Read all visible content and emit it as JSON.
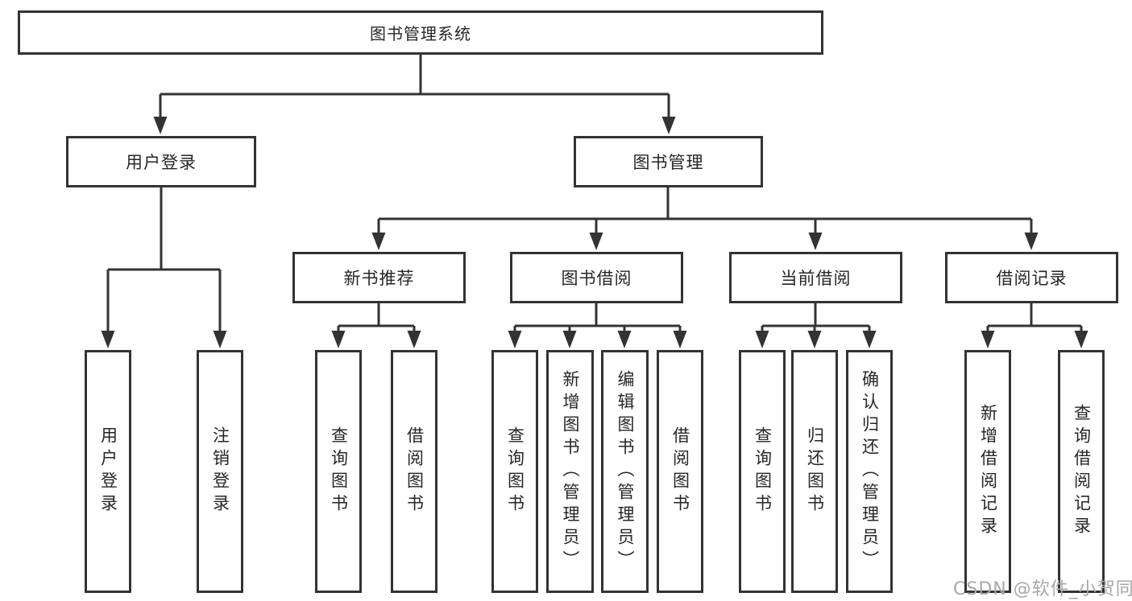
{
  "tree": {
    "root": "图书管理系统",
    "children": [
      {
        "label": "用户登录",
        "children": [
          "用户登录",
          "注销登录"
        ]
      },
      {
        "label": "图书管理",
        "children": [
          {
            "label": "新书推荐",
            "children": [
              "查询图书",
              "借阅图书"
            ]
          },
          {
            "label": "图书借阅",
            "children": [
              "查询图书",
              "新增图书（管理员）",
              "编辑图书（管理员）",
              "借阅图书"
            ]
          },
          {
            "label": "当前借阅",
            "children": [
              "查询图书",
              "归还图书",
              "确认归还（管理员）"
            ]
          },
          {
            "label": "借阅记录",
            "children": [
              "新增借阅记录",
              "查询借阅记录"
            ]
          }
        ]
      }
    ]
  },
  "watermark": "CSDN @软件_小贺同学",
  "colors": {
    "line": "#333333",
    "box_border": "#333333",
    "text": "#262626",
    "background": "#ffffff",
    "watermark": "#a8a8a8"
  }
}
